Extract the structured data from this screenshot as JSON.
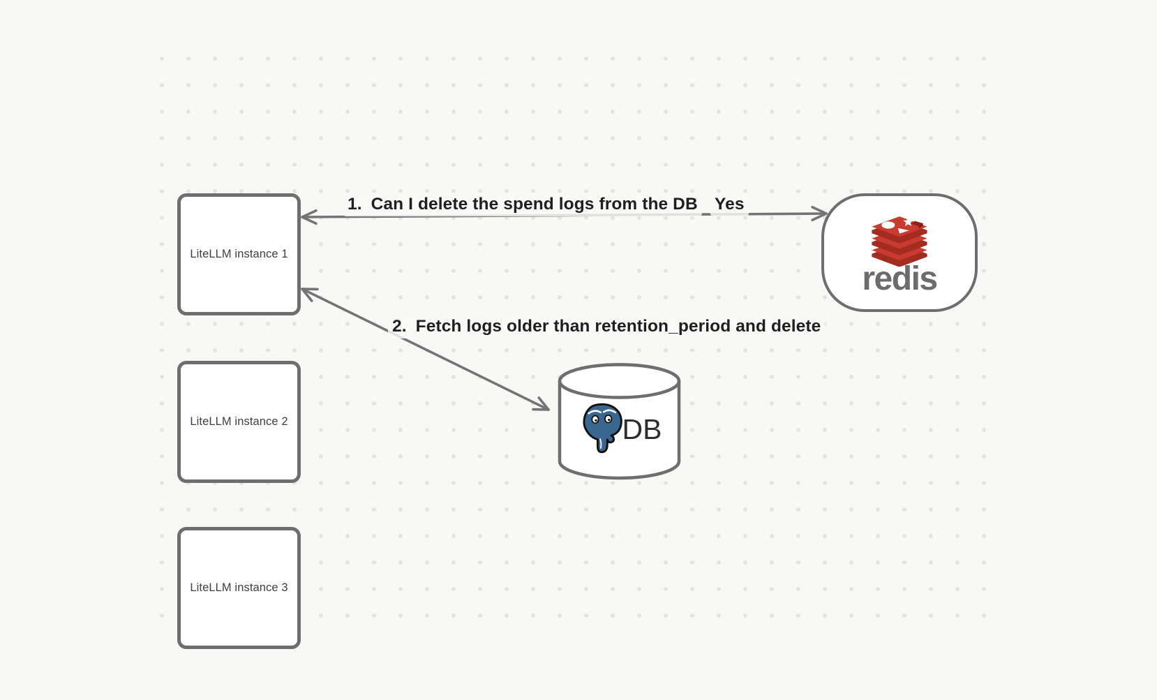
{
  "diagram": {
    "background": "#f8f8f7",
    "grid_dot_color": "#e3e3e1",
    "shape_border_color": "#6e6e6e",
    "arrow_color": "#747474",
    "label_text_color": "#1f1f1f"
  },
  "nodes": {
    "instances": [
      {
        "label": "LiteLLM instance 1"
      },
      {
        "label": "LiteLLM instance 2"
      },
      {
        "label": "LiteLLM instance 3"
      }
    ],
    "redis": {
      "icon": "redis-stack-icon",
      "wordmark": "redis",
      "brand_red": "#c93a30",
      "brand_red_dark": "#a42b20",
      "wordmark_color": "#6c6c6c"
    },
    "database": {
      "icon": "postgresql-elephant-icon",
      "label": "DB",
      "postgres_blue": "#39678f"
    }
  },
  "edges": [
    {
      "number": "1.",
      "text": "Can I delete the spend logs from the DB",
      "response": "Yes"
    },
    {
      "number": "2.",
      "text": "Fetch logs older than retention_period and delete"
    }
  ]
}
